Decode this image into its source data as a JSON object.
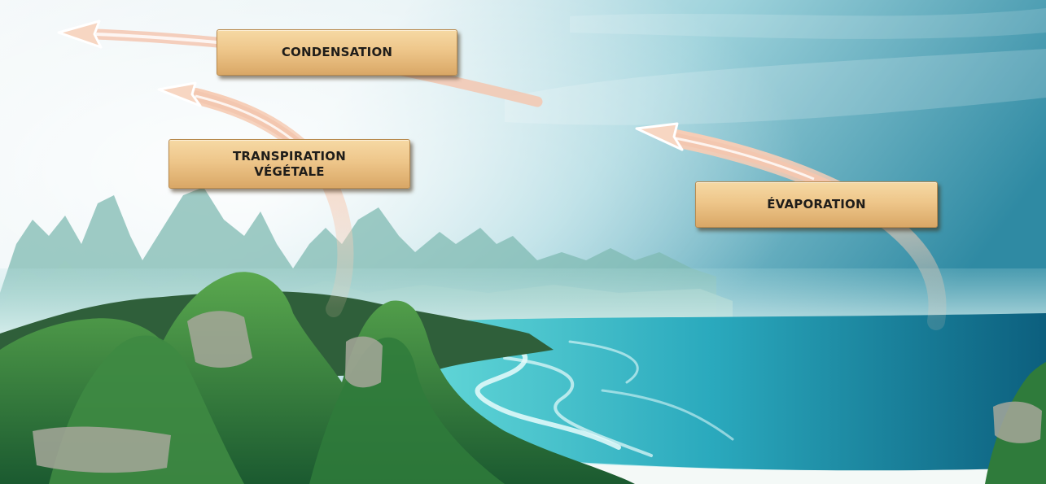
{
  "diagram": {
    "labels": {
      "condensation": "CONDENSATION",
      "transpiration": "TRANSPIRATION\nVÉGÉTALE",
      "evaporation": "ÉVAPORATION"
    },
    "colors": {
      "sky_top": "#2f8aa3",
      "sky_light": "#e9f3f5",
      "sea_deep": "#0e6f8c",
      "sea_shallow": "#36c2cf",
      "vegetation": "#2e7d3c",
      "rock": "#8c8c82",
      "arrow_fill": "#f3c7b0",
      "label_fill": "#eec68a"
    }
  }
}
